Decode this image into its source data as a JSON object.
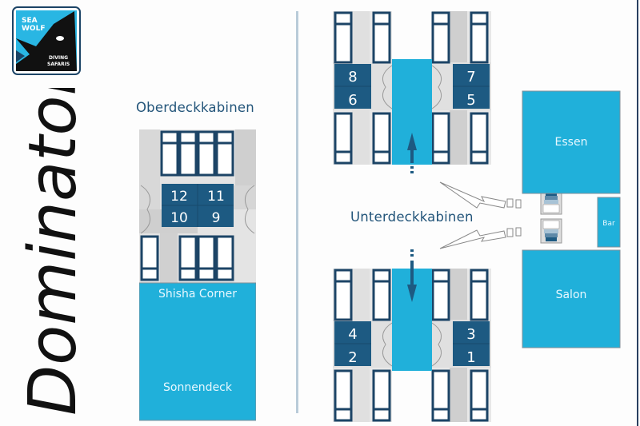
{
  "brand": {
    "logo_icon": "sea-wolf-logo-icon",
    "logo_text_top": [
      "SEA",
      "WOLF"
    ],
    "logo_text_bottom": [
      "DIVING",
      "SAFARIS"
    ],
    "boat_name": "Dominator"
  },
  "colors": {
    "cabin_dark": "#1d5a82",
    "deck_blue": "#20b0da",
    "navy_outline": "#1c4466",
    "corridor_light": "#e4e4e4",
    "corridor_mid": "#cfcfcf",
    "heading": "#23557a"
  },
  "upper_deck": {
    "heading": "Oberdeckkabinen",
    "cabins": [
      "12",
      "11",
      "10",
      "9"
    ],
    "areas": [
      "Shisha Corner",
      "Sonnendeck"
    ]
  },
  "lower_deck": {
    "heading": "Unterdeckkabinen",
    "top_cabins_left": [
      "8",
      "6"
    ],
    "top_cabins_right": [
      "7",
      "5"
    ],
    "bottom_cabins_left": [
      "4",
      "2"
    ],
    "bottom_cabins_right": [
      "3",
      "1"
    ],
    "areas": [
      "Essen",
      "Bar",
      "Salon"
    ],
    "icons": [
      "stairs-up-icon",
      "stairs-down-icon",
      "arrow-up-icon",
      "arrow-down-icon",
      "pointer-arrow-icon"
    ]
  }
}
